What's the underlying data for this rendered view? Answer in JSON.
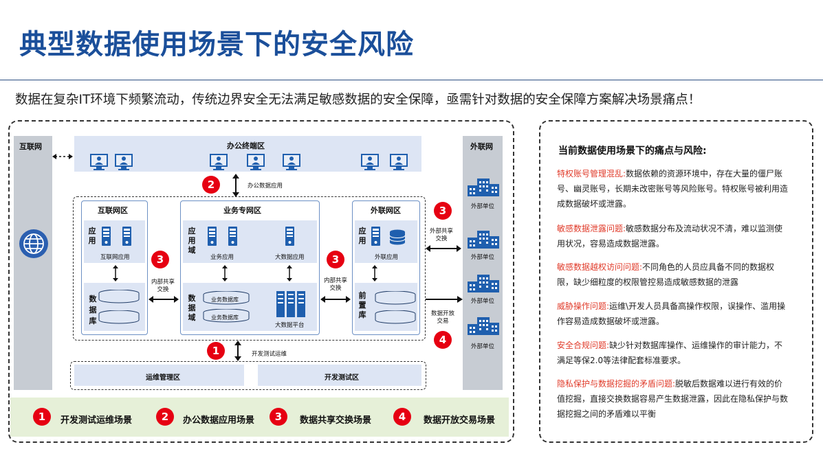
{
  "title": "典型数据使用场景下的安全风险",
  "subtitle": "数据在复杂IT环境下频繁流动，传统边界安全无法满足敏感数据的安全保障，亟需针对数据的安全保障方案解决场景痛点！",
  "diagram": {
    "internet": "互联网",
    "extranet": "外联网",
    "office_zone": "办公终端区",
    "office_data_app": "办公数据应用",
    "internet_zone": {
      "title": "互联网区",
      "app_label": "应用",
      "app_caption": "互联网应用",
      "db_label": "数据库"
    },
    "biz_zone": {
      "title": "业务专网区",
      "app_domain": "应用域",
      "biz_app": "业务应用",
      "bigdata_app": "大数据应用",
      "data_domain": "数据域",
      "db1": "业务数据库",
      "db2": "业务数据库",
      "platform": "大数据平台"
    },
    "ext_zone": {
      "title": "外联网区",
      "app_label": "应用",
      "app_caption": "外联应用",
      "front_label": "前置库"
    },
    "internal_share": "内部共享交换",
    "internal_share_2": "内部共享交换",
    "external_share": "外部共享交换",
    "data_open": "数据开放交易",
    "dev_ops": "开发测试运维",
    "ops_zone": "运维管理区",
    "dev_zone": "开发测试区",
    "external_unit": "外部单位",
    "badges": [
      "1",
      "2",
      "3",
      "3",
      "3",
      "4"
    ]
  },
  "legend": [
    {
      "num": "1",
      "label": "开发测试运维场景"
    },
    {
      "num": "2",
      "label": "办公数据应用场景"
    },
    {
      "num": "3",
      "label": "数据共享交换场景"
    },
    {
      "num": "4",
      "label": "数据开放交易场景"
    }
  ],
  "risks": {
    "heading": "当前数据使用场景下的痛点与风险:",
    "items": [
      {
        "name": "特权账号管理混乱:",
        "text": "数据依赖的资源环境中，存在大量的僵尸账号、幽灵账号，长期未改密账号等风险账号。特权账号被利用造成数据破坏或泄露。"
      },
      {
        "name": "敏感数据泄露问题:",
        "text": "敏感数据分布及流动状况不清，难以监测使用状况，容易造成数据泄露。"
      },
      {
        "name": "敏感数据越权访问问题:",
        "text": "不同角色的人员应具备不同的数据权限，缺少细粒度的权限管控易造成敏感数据的泄露"
      },
      {
        "name": "威胁操作问题:",
        "text": "运维\\开发人员具备高操作权限，误操作、滥用操作容易造成数据破坏或泄露。"
      },
      {
        "name": "安全合规问题:",
        "text": "缺少针对数据库操作、运维操作的审计能力，不满足等保2.0等法律配套标准要求。"
      },
      {
        "name": "隐私保护与数据挖掘的矛盾问题:",
        "text": "脱敏后数据难以进行有效的价值挖掘，直接交换数据容易产生数据泄露，因此在隐私保护与数据挖掘之间的矛盾难以平衡"
      }
    ]
  },
  "colors": {
    "title": "#1b4f9a",
    "badge": "#e60012",
    "risk_name": "#e03b2a",
    "legend_bg": "#e6f0d8",
    "icon": "#1f5fae"
  }
}
